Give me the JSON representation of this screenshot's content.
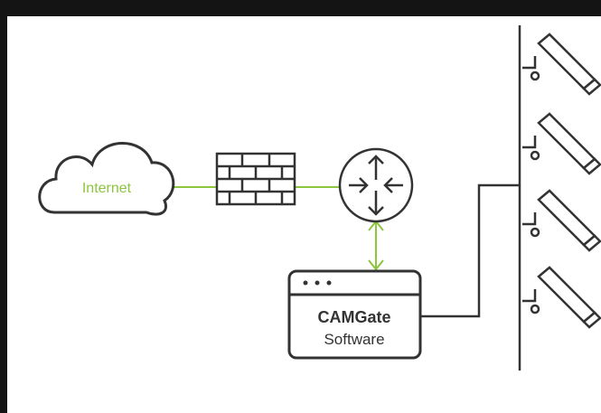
{
  "nodes": {
    "internet": {
      "label": "Internet"
    },
    "firewall": {},
    "router": {},
    "software": {
      "title": "CAMGate",
      "subtitle": "Software"
    },
    "cameras": {
      "count": 4
    }
  },
  "colors": {
    "line": "#333333",
    "link": "#8cc63f",
    "frame": "#141414",
    "background": "#ffffff"
  }
}
